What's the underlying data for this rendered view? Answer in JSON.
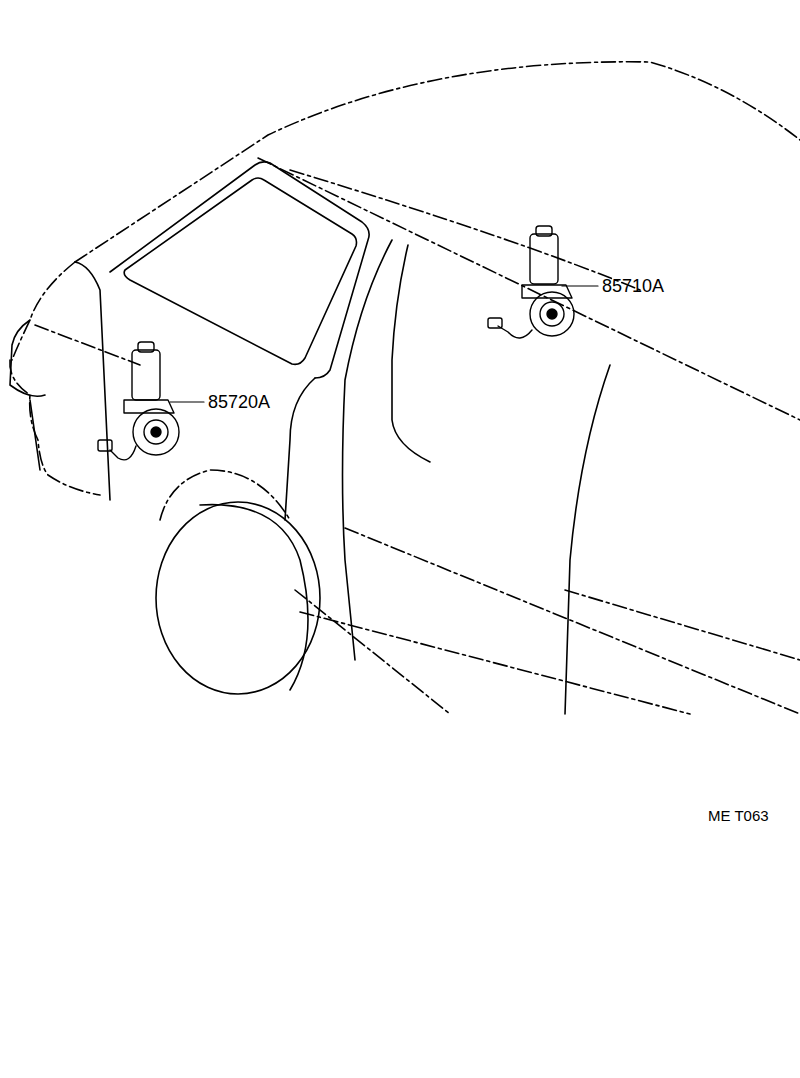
{
  "diagram": {
    "labels": [
      "85710A",
      "85720A",
      "ME T063"
    ]
  }
}
